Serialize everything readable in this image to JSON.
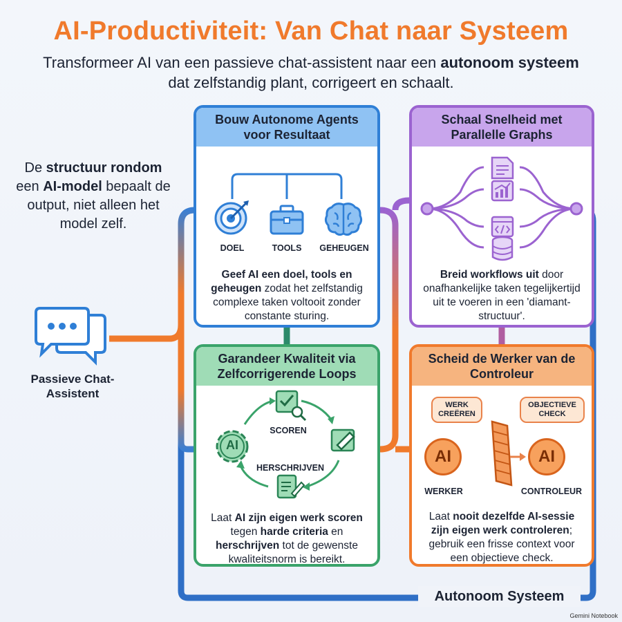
{
  "title": "AI-Productiviteit: Van Chat naar Systeem",
  "subtitle": {
    "part1": "Transformeer AI van een passieve chat-assistent naar een ",
    "bold1": "autonoom systeem",
    "part2": " dat zelfstandig plant, corrigeert en schaalt."
  },
  "side_text": {
    "p1": "De ",
    "b1": "structuur rondom",
    "p2": " een ",
    "b2": "AI-model",
    "p3": " bepaalt de output, niet alleen het model zelf."
  },
  "chat_label": "Passieve Chat-Assistent",
  "cards": {
    "agents": {
      "title": "Bouw Autonome Agents voor Resultaat",
      "labels": [
        "DOEL",
        "TOOLS",
        "GEHEUGEN"
      ],
      "desc_b1": "Geef AI een doel, tools en geheugen",
      "desc_p1": " zodat het zelfstandig complexe taken voltooit zonder constante sturing."
    },
    "graphs": {
      "title": "Schaal Snelheid met Parallelle Graphs",
      "desc_b1": "Breid workflows uit",
      "desc_p1": " door onafhankelijke taken tegelijkertijd uit te voeren in een 'diamant-structuur'."
    },
    "quality": {
      "title": "Garandeer Kwaliteit via Zelfcorrigerende Loops",
      "labels": [
        "SCOREN",
        "HERSCHRIJVEN"
      ],
      "gear_text": "AI",
      "desc_p1": "Laat ",
      "desc_b1": "AI zijn eigen werk scoren",
      "desc_p2": " tegen ",
      "desc_b2": "harde criteria",
      "desc_p3": " en ",
      "desc_b3": "herschrijven",
      "desc_p4": " tot de gewenste kwaliteitsnorm is bereikt."
    },
    "separate": {
      "title": "Scheid de Werker van de Controleur",
      "bubble_left": "WERK CREËREN",
      "bubble_right": "OBJECTIEVE CHECK",
      "ai_text": "AI",
      "labels": [
        "WERKER",
        "CONTROLEUR"
      ],
      "desc_p1": "Laat ",
      "desc_b1": "nooit dezelfde AI-sessie zijn eigen werk controleren",
      "desc_p2": "; gebruik een frisse context voor een objectieve check."
    }
  },
  "footer_label": "Autonoom Systeem",
  "brand": "Gemini Notebook",
  "colors": {
    "orange": "#f07a2c",
    "blue": "#2f7fd6",
    "purple": "#9b63d0",
    "green": "#3aa36a"
  }
}
